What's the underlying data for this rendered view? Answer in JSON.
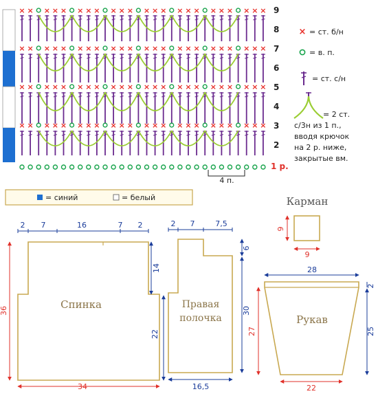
{
  "chart": {
    "row_labels": [
      "9",
      "8",
      "7",
      "6",
      "5",
      "4",
      "3",
      "2",
      "1 р."
    ],
    "repeat_label": "4 п."
  },
  "legend_symbols": {
    "sc": "= ст. б/н",
    "ch": "= в. п.",
    "dc": "= ст. с/н",
    "cluster_lines": [
      "= 2 ст.",
      "с/3н из 1 п.,",
      "вводя крючок",
      "на 2 р. ниже,",
      "закрытые вм."
    ]
  },
  "color_legend": {
    "blue": "= синий",
    "white": "= белый"
  },
  "pieces": {
    "back": {
      "name": "Спинка",
      "top": [
        "2",
        "7",
        "16",
        "7",
        "2"
      ],
      "left_height": "36",
      "right_upper": "14",
      "right_lower": "22",
      "bottom": "34"
    },
    "front": {
      "name_line1": "Правая",
      "name_line2": "полочка",
      "top": [
        "2",
        "7",
        "7,5"
      ],
      "right_upper": "6",
      "right_lower": "30",
      "bottom": "16,5"
    },
    "pocket": {
      "name": "Карман",
      "height": "9",
      "width": "9"
    },
    "sleeve": {
      "name": "Рукав",
      "top": "28",
      "left_height": "27",
      "right_upper": "2",
      "right_lower": "25",
      "bottom": "22"
    }
  },
  "colors": {
    "blue_measure": "#1a3c9a",
    "red_measure": "#e0312a",
    "outline": "#c8a850",
    "piece_label": "#8a7448",
    "sc_red": "#e8302a",
    "ch_green": "#16a34a",
    "dc_purple": "#6a2a8e",
    "cluster_green": "#9acd32",
    "yarn_blue": "#1d6fd1"
  }
}
